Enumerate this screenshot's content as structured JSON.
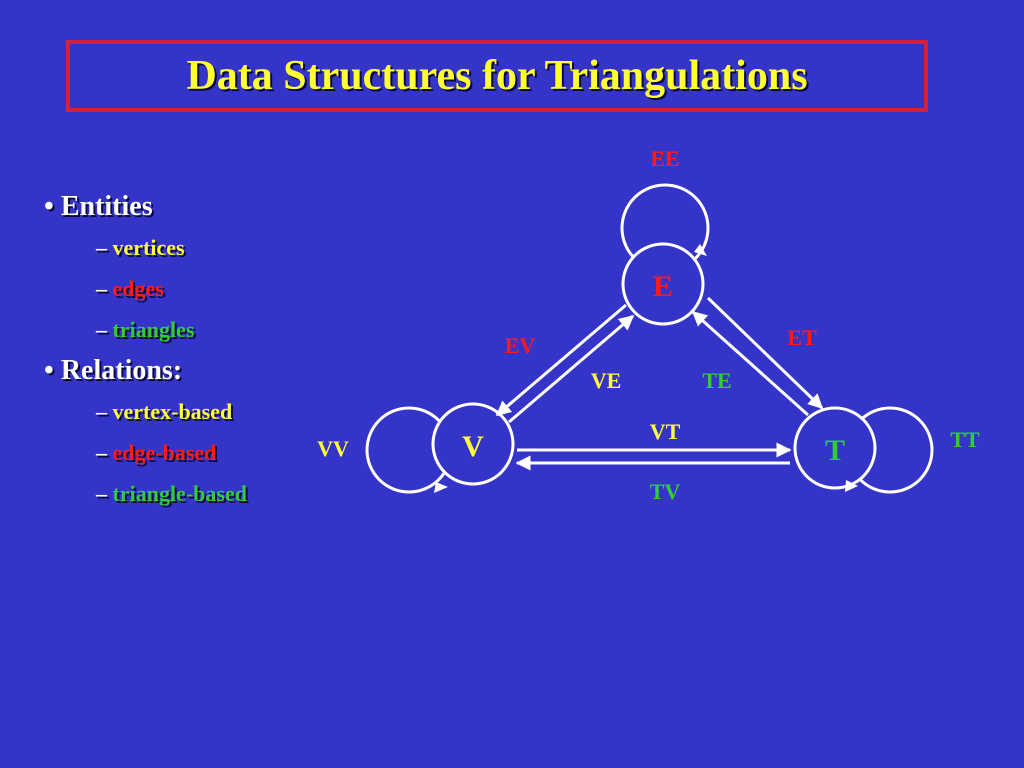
{
  "title": "Data Structures for Triangulations",
  "bullets": {
    "entities": {
      "label": "Entities",
      "items": [
        {
          "text": "vertices",
          "color": "#ffff33"
        },
        {
          "text": "edges",
          "color": "#ff1a1a"
        },
        {
          "text": "triangles",
          "color": "#33cc33"
        }
      ]
    },
    "relations": {
      "label": "Relations:",
      "items": [
        {
          "text": "vertex-based",
          "color": "#ffff33"
        },
        {
          "text": "edge-based",
          "color": "#ff1a1a"
        },
        {
          "text": "triangle-based",
          "color": "#33cc33"
        }
      ]
    }
  },
  "diagram": {
    "nodes": {
      "E": "E",
      "V": "V",
      "T": "T"
    },
    "labels": {
      "EE": "EE",
      "EV": "EV",
      "ET": "ET",
      "VE": "VE",
      "TE": "TE",
      "VT": "VT",
      "TV": "TV",
      "VV": "VV",
      "TT": "TT"
    }
  },
  "colors": {
    "background": "#3434c8",
    "title_border": "#d4203a",
    "yellow": "#ffff33",
    "red": "#ff1a1a",
    "green": "#33cc33",
    "white": "#ffffff"
  }
}
